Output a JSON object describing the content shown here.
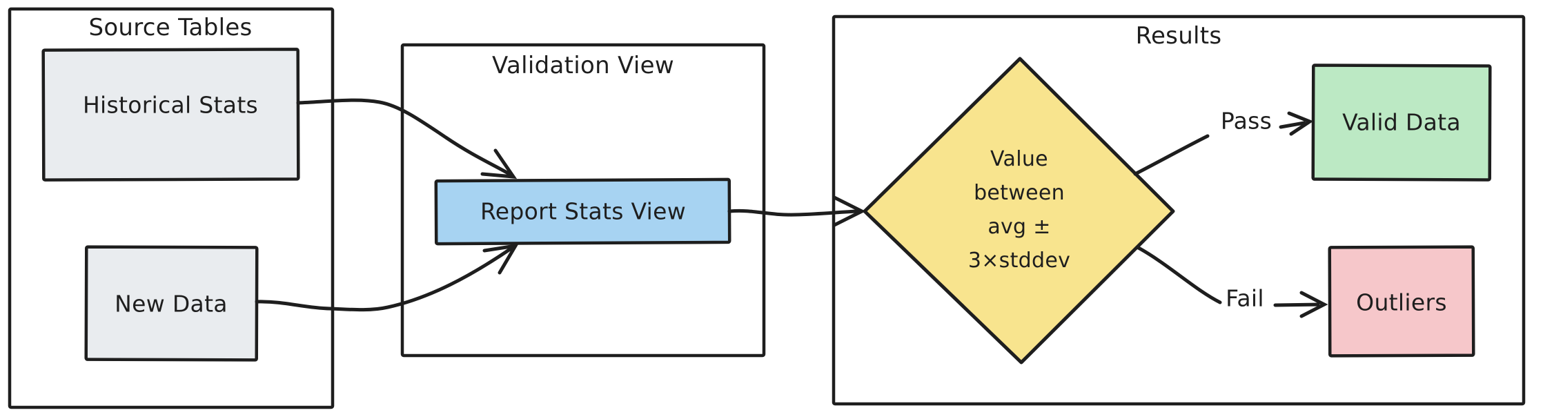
{
  "diagram": {
    "containers": {
      "source": {
        "title": "Source Tables"
      },
      "validation": {
        "title": "Validation View"
      },
      "results": {
        "title": "Results"
      }
    },
    "nodes": {
      "historical_stats": {
        "label": "Historical Stats",
        "fill": "#e9ecef"
      },
      "new_data": {
        "label": "New Data",
        "fill": "#e9ecef"
      },
      "report_stats_view": {
        "label": "Report Stats View",
        "fill": "#a7d3f2"
      },
      "decision": {
        "label_lines": [
          "Value",
          "between",
          "avg ±",
          "3×stddev"
        ],
        "fill": "#f8e48e"
      },
      "valid_data": {
        "label": "Valid Data",
        "fill": "#bce9c4"
      },
      "outliers": {
        "label": "Outliers",
        "fill": "#f6c7ca"
      }
    },
    "edges": {
      "pass_label": "Pass",
      "fail_label": "Fail"
    },
    "colors": {
      "stroke": "#1e1e1e",
      "background": "#ffffff"
    }
  }
}
